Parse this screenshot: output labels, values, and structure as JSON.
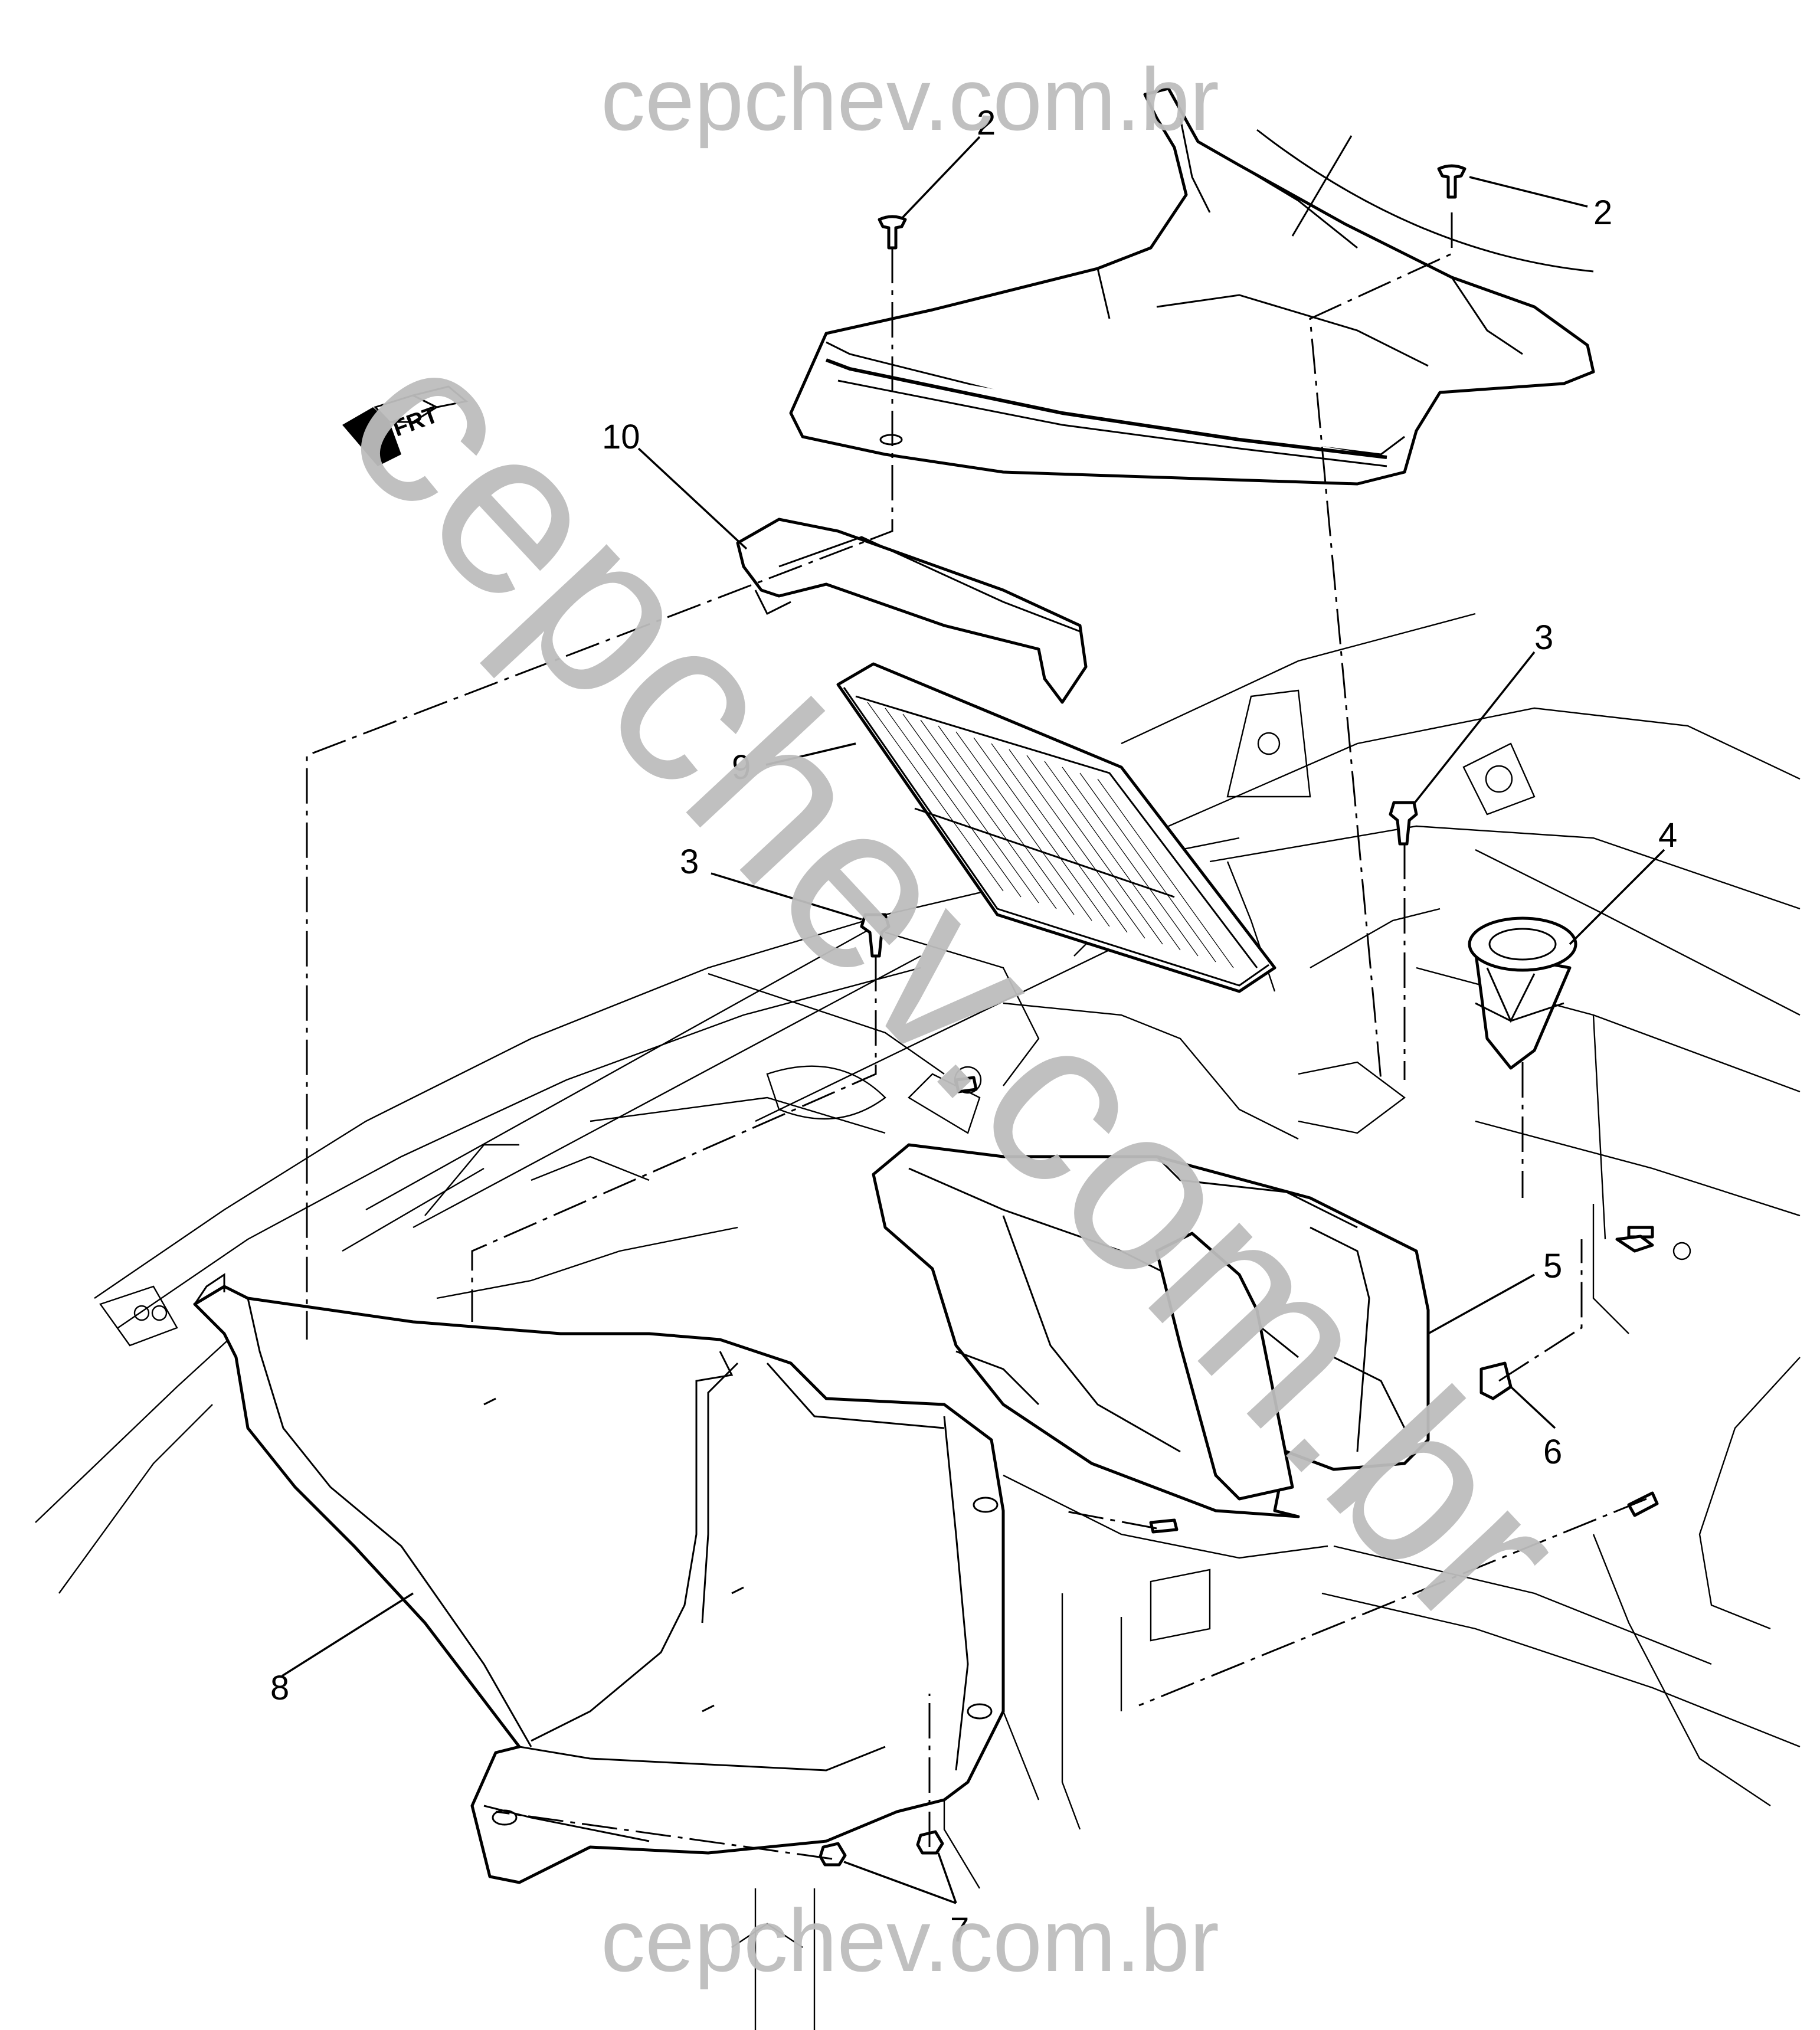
{
  "watermark": {
    "top": "cepchev.com.br",
    "bottom": "cepchev.com.br",
    "diagonal": "cepchev.com.br",
    "color": "#bdbdbd"
  },
  "front_indicator": {
    "text": "FRT",
    "icon": "front-arrow-icon"
  },
  "callouts": [
    {
      "id": "callout-2-left",
      "label": "2"
    },
    {
      "id": "callout-2-right",
      "label": "2"
    },
    {
      "id": "callout-10",
      "label": "10"
    },
    {
      "id": "callout-9",
      "label": "9"
    },
    {
      "id": "callout-3-left",
      "label": "3"
    },
    {
      "id": "callout-3-right",
      "label": "3"
    },
    {
      "id": "callout-4",
      "label": "4"
    },
    {
      "id": "callout-5",
      "label": "5"
    },
    {
      "id": "callout-6",
      "label": "6"
    },
    {
      "id": "callout-8",
      "label": "8"
    },
    {
      "id": "callout-7",
      "label": "7"
    }
  ]
}
